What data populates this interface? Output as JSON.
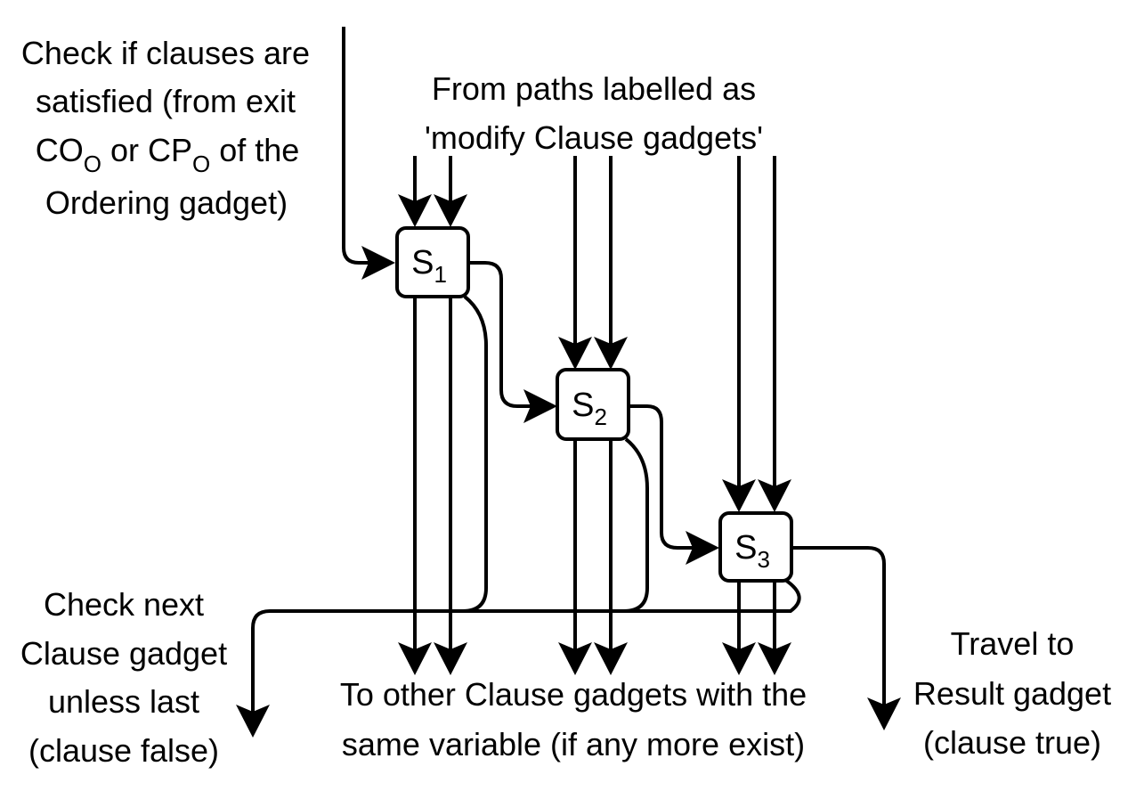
{
  "labels": {
    "check_satisfied": {
      "line1": "Check if clauses are",
      "line2": "satisfied (from exit",
      "line3_a": "CO",
      "line3_a_sub": "O",
      "line3_b": " or CP",
      "line3_b_sub": "O",
      "line3_c": " of the",
      "line4": "Ordering gadget)"
    },
    "from_paths": {
      "line1": "From paths labelled as",
      "line2": "'modify Clause gadgets'"
    },
    "check_next": {
      "line1": "Check next",
      "line2": "Clause gadget",
      "line3": "unless last",
      "line4": "(clause false)"
    },
    "to_other": {
      "line1": "To other Clause gadgets with the",
      "line2": "same variable (if any more exist)"
    },
    "travel": {
      "line1": "Travel to",
      "line2": "Result gadget",
      "line3": "(clause true)"
    }
  },
  "nodes": [
    {
      "letter": "S",
      "sub": "1"
    },
    {
      "letter": "S",
      "sub": "2"
    },
    {
      "letter": "S",
      "sub": "3"
    }
  ]
}
